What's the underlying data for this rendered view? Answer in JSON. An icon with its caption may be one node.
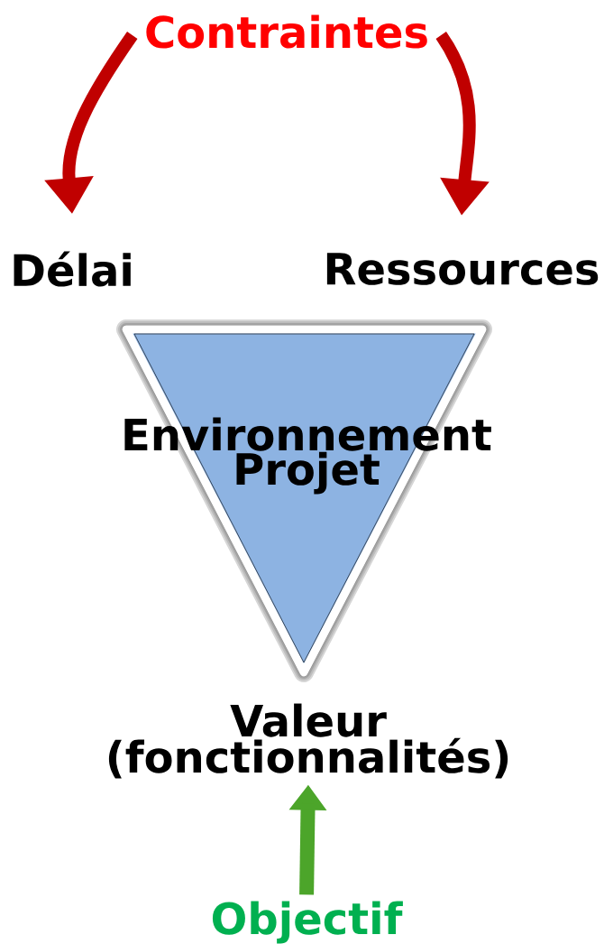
{
  "diagram": {
    "nodes": [
      {
        "text": [
          "Contraintes"
        ]
      },
      {
        "text": [
          "Délai"
        ]
      },
      {
        "text": [
          "Ressources"
        ]
      },
      {
        "text": [
          "Environnement Projet"
        ]
      },
      {
        "text": [
          "Valeur (fonctionnalités)"
        ]
      },
      {
        "text": [
          "Objectif"
        ]
      }
    ],
    "edges": [
      {
        "from": 0,
        "to": 1,
        "arrow": "to",
        "color": "#c00000"
      },
      {
        "from": 0,
        "to": 2,
        "arrow": "to",
        "color": "#c00000"
      },
      {
        "from": 5,
        "to": 4,
        "arrow": "to",
        "color": "#4ca52a"
      }
    ]
  }
}
